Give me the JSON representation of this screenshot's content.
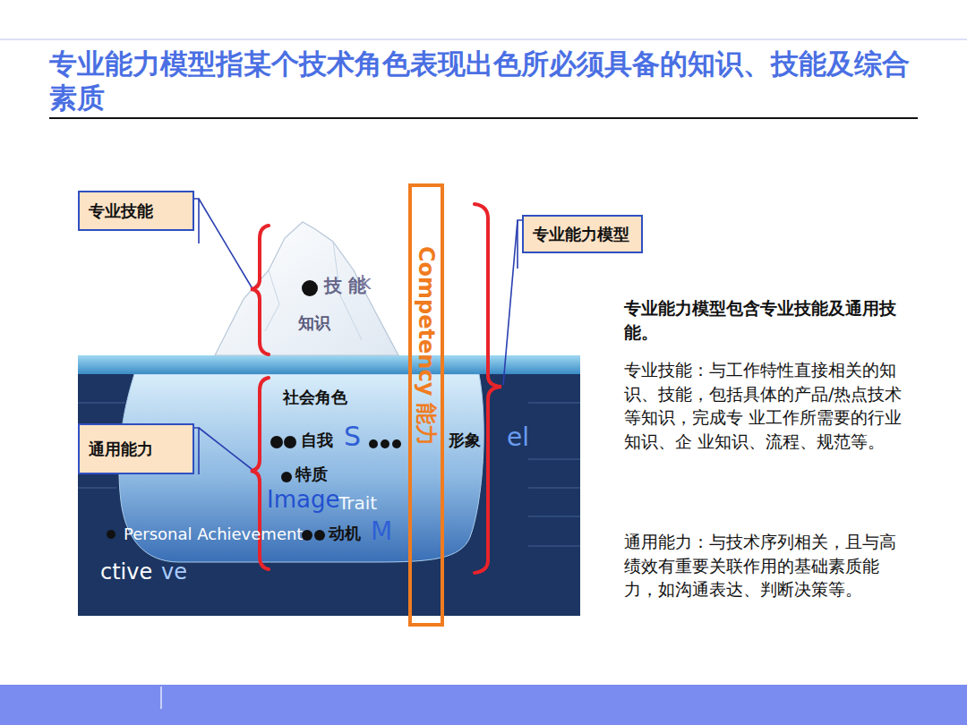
{
  "diagram": {
    "title": "专业能力模型指某个技术角色表现出色所必须具备的知识、技能及综合素质",
    "nodes": [
      {
        "text": [
          "专业技能"
        ]
      },
      {
        "text": [
          "Competency",
          "能力"
        ]
      },
      {
        "text": [
          "专业能力模型"
        ]
      },
      {
        "text": [
          "通用能力"
        ]
      }
    ],
    "labels": [
      "技 能",
      "k",
      "知识",
      "社会角色",
      "自我",
      "S",
      "形象",
      "el",
      "特质",
      "Image",
      "Trait",
      "动机",
      "M",
      "Personal Achievement",
      "ctive",
      "ve",
      "专业能力模型包含专业技能及通用技能。",
      "专业技能：与工作特性直接相关的知识、技能，包括具体的产品/热点技术等知识，完成专 业工作所需要的行业知识、企 业知识、流程、规范等。",
      "通用能力：与技术序列相关，且与高绩效有重要关联作用的基础素质能力，如沟通表达、判断决策等。"
    ]
  }
}
